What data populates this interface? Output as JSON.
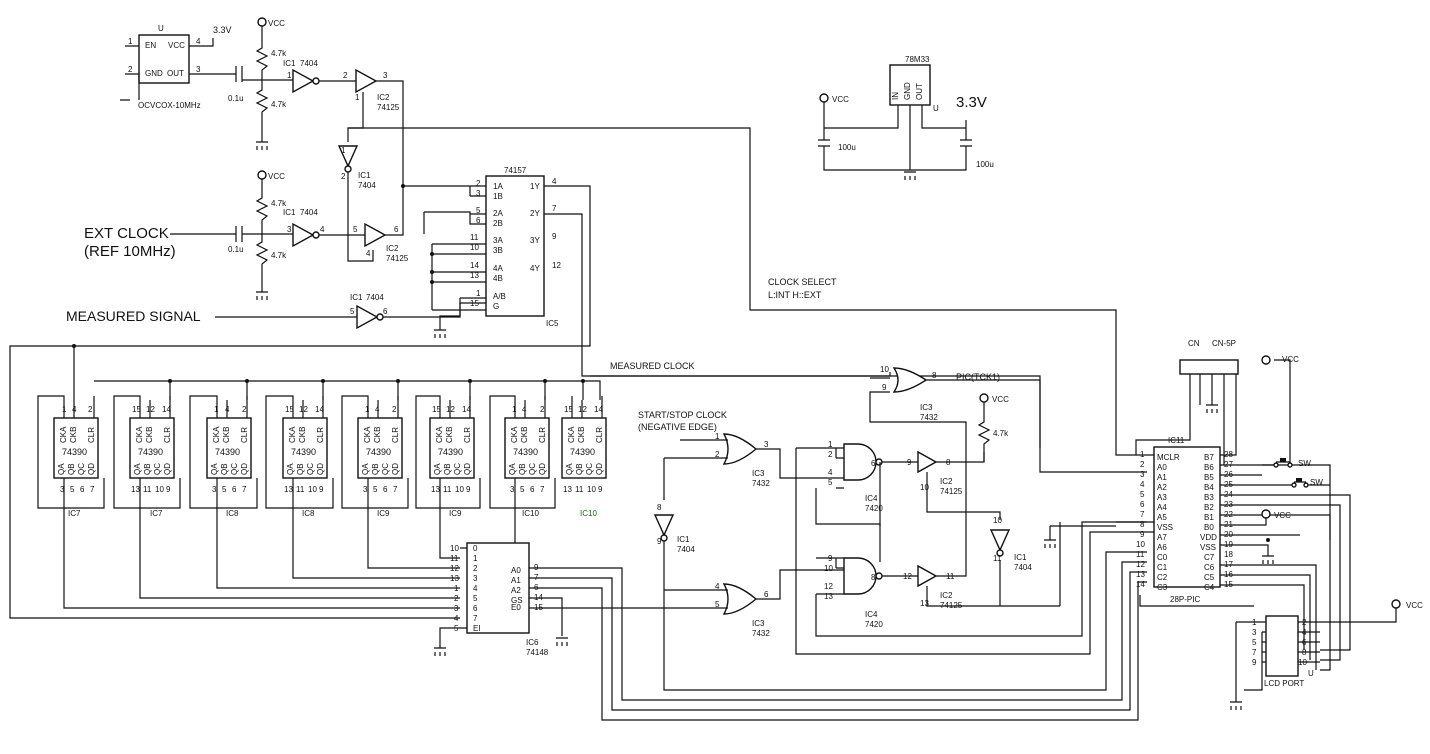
{
  "oscillator": {
    "ref": "U",
    "part": "OCVCOX-10MHz",
    "pins": {
      "en": "EN",
      "vcc": "VCC",
      "gnd": "GND",
      "out": "OUT"
    },
    "pin_numbers": {
      "en": "1",
      "vcc": "4",
      "gnd": "2",
      "out": "3"
    },
    "supply": "3.3V"
  },
  "regulator": {
    "part": "78M33",
    "ref": "U",
    "pins": {
      "in": "IN",
      "gnd": "GND",
      "out": "OUT"
    },
    "input": "VCC",
    "output": "3.3V",
    "cap_in": "100u",
    "cap_out": "100u"
  },
  "labels": {
    "vcc": "VCC",
    "ext_clock": "EXT CLOCK",
    "ext_clock_ref": "(REF 10MHz)",
    "measured_signal": "MEASURED SIGNAL",
    "measured_clock": "MEASURED CLOCK",
    "clock_select": "CLOCK SELECT",
    "clock_select_levels": "L:INT H::EXT",
    "start_stop": "START/STOP CLOCK",
    "negative_edge": "(NEGATIVE EDGE)",
    "pic_tck1": "PIC(TCK1)"
  },
  "passives": {
    "r47k": "4.7k",
    "c01u": "0.1u",
    "c100u": "100u"
  },
  "ic_labels": {
    "ic1": "IC1",
    "p7404": "7404",
    "ic2": "IC2",
    "p74125": "74125",
    "ic3": "IC3",
    "p7432": "7432",
    "ic4": "IC4",
    "p7420": "7420",
    "ic5": "IC5",
    "ic6": "IC6",
    "p74148": "74148",
    "ic11": "IC11"
  },
  "mux": {
    "part": "74157",
    "ref": "IC5",
    "left_pins": [
      {
        "num": "2",
        "name": "1A"
      },
      {
        "num": "3",
        "name": "1B"
      },
      {
        "num": "5",
        "name": "2A"
      },
      {
        "num": "6",
        "name": "2B"
      },
      {
        "num": "11",
        "name": "3A"
      },
      {
        "num": "10",
        "name": "3B"
      },
      {
        "num": "14",
        "name": "4A"
      },
      {
        "num": "13",
        "name": "4B"
      },
      {
        "num": "1",
        "name": "A/B"
      },
      {
        "num": "15",
        "name": "G"
      }
    ],
    "right_pins": [
      {
        "num": "4",
        "name": "1Y"
      },
      {
        "num": "7",
        "name": "2Y"
      },
      {
        "num": "9",
        "name": "3Y"
      },
      {
        "num": "12",
        "name": "4Y"
      }
    ]
  },
  "counters": [
    {
      "part": "74390",
      "ref": "IC7",
      "top_pins": [
        "1",
        "4",
        "2"
      ],
      "bottom_pins": [
        "3",
        "5",
        "6",
        "7"
      ]
    },
    {
      "part": "74390",
      "ref": "IC7",
      "top_pins": [
        "15",
        "12",
        "14"
      ],
      "bottom_pins": [
        "13",
        "11",
        "10",
        "9"
      ]
    },
    {
      "part": "74390",
      "ref": "IC8",
      "top_pins": [
        "1",
        "4",
        "2"
      ],
      "bottom_pins": [
        "3",
        "5",
        "6",
        "7"
      ]
    },
    {
      "part": "74390",
      "ref": "IC8",
      "top_pins": [
        "15",
        "12",
        "14"
      ],
      "bottom_pins": [
        "13",
        "11",
        "10",
        "9"
      ]
    },
    {
      "part": "74390",
      "ref": "IC9",
      "top_pins": [
        "1",
        "4",
        "2"
      ],
      "bottom_pins": [
        "3",
        "5",
        "6",
        "7"
      ]
    },
    {
      "part": "74390",
      "ref": "IC9",
      "top_pins": [
        "15",
        "12",
        "14"
      ],
      "bottom_pins": [
        "13",
        "11",
        "10",
        "9"
      ]
    },
    {
      "part": "74390",
      "ref": "IC10",
      "top_pins": [
        "1",
        "4",
        "2"
      ],
      "bottom_pins": [
        "3",
        "5",
        "6",
        "7"
      ]
    },
    {
      "part": "74390",
      "ref": "IC10",
      "top_pins": [
        "15",
        "12",
        "14"
      ],
      "bottom_pins": [
        "13",
        "11",
        "10",
        "9"
      ]
    }
  ],
  "counter_pin_names": {
    "top": [
      "CKA",
      "CKB",
      "CLR"
    ],
    "bottom": [
      "QA",
      "QB",
      "QC",
      "QD"
    ]
  },
  "encoder": {
    "part": "74148",
    "ref": "IC6",
    "left_pins": [
      {
        "num": "10",
        "name": "0"
      },
      {
        "num": "11",
        "name": "1"
      },
      {
        "num": "12",
        "name": "2"
      },
      {
        "num": "13",
        "name": "3"
      },
      {
        "num": "1",
        "name": "4"
      },
      {
        "num": "2",
        "name": "5"
      },
      {
        "num": "3",
        "name": "6"
      },
      {
        "num": "4",
        "name": "7"
      },
      {
        "num": "5",
        "name": "EI"
      }
    ],
    "right_pins": [
      {
        "num": "9",
        "name": "A0"
      },
      {
        "num": "7",
        "name": "A1"
      },
      {
        "num": "6",
        "name": "A2"
      },
      {
        "num": "14",
        "name": "GS"
      },
      {
        "num": "15",
        "name": "E0"
      }
    ]
  },
  "pic": {
    "ref": "IC11",
    "part": "28P-PIC",
    "left_pins": [
      {
        "num": "1",
        "name": "MCLR"
      },
      {
        "num": "2",
        "name": "A0"
      },
      {
        "num": "3",
        "name": "A1"
      },
      {
        "num": "4",
        "name": "A2"
      },
      {
        "num": "5",
        "name": "A3"
      },
      {
        "num": "6",
        "name": "A4"
      },
      {
        "num": "7",
        "name": "A5"
      },
      {
        "num": "8",
        "name": "VSS"
      },
      {
        "num": "9",
        "name": "A7"
      },
      {
        "num": "10",
        "name": "A6"
      },
      {
        "num": "11",
        "name": "C0"
      },
      {
        "num": "12",
        "name": "C1"
      },
      {
        "num": "13",
        "name": "C2"
      },
      {
        "num": "14",
        "name": "C3"
      }
    ],
    "right_pins": [
      {
        "num": "28",
        "name": "B7"
      },
      {
        "num": "27",
        "name": "B6"
      },
      {
        "num": "26",
        "name": "B5"
      },
      {
        "num": "25",
        "name": "B4"
      },
      {
        "num": "24",
        "name": "B3"
      },
      {
        "num": "23",
        "name": "B2"
      },
      {
        "num": "22",
        "name": "B1"
      },
      {
        "num": "21",
        "name": "B0"
      },
      {
        "num": "20",
        "name": "VDD"
      },
      {
        "num": "19",
        "name": "VSS"
      },
      {
        "num": "18",
        "name": "C7"
      },
      {
        "num": "17",
        "name": "C6"
      },
      {
        "num": "16",
        "name": "C5"
      },
      {
        "num": "15",
        "name": "C4"
      }
    ]
  },
  "connector": {
    "ref": "CN",
    "part": "CN-5P"
  },
  "switches": [
    "SW",
    "SW"
  ],
  "lcd": {
    "ref": "U",
    "part": "LCD PORT",
    "left_pins": [
      "1",
      "3",
      "5",
      "7",
      "9"
    ],
    "right_pins": [
      "2",
      "4",
      "6",
      "8",
      "10"
    ]
  },
  "gate_pins": {
    "inv1_in": "1",
    "inv1_out": "2",
    "buf1_in": "2",
    "buf1_out": "3",
    "buf1_en": "1",
    "inv_vert_in": "1",
    "inv_vert_out": "2",
    "inv2_in": "3",
    "inv2_out": "4",
    "buf2_in": "5",
    "buf2_out": "6",
    "buf2_en": "4",
    "inv3_in": "5",
    "inv3_out": "6",
    "or1_in1": "1",
    "or1_in2": "2",
    "or1_out": "3",
    "or2_in1": "4",
    "or2_in2": "5",
    "or2_out": "6",
    "or3_in1": "10",
    "or3_in2": "9",
    "or3_out": "8",
    "nand1_in": [
      "1",
      "2",
      "4",
      "5"
    ],
    "nand1_out": "6",
    "nand2_in": [
      "9",
      "10",
      "12",
      "13"
    ],
    "nand2_out": "8",
    "buf3_in": "9",
    "buf3_out": "8",
    "buf3_en": "10",
    "buf4_in": "12",
    "buf4_out": "11",
    "buf4_en": "13",
    "inv4_in": "8",
    "inv4_out": "9",
    "inv5_in": "10",
    "inv5_out": "11"
  }
}
